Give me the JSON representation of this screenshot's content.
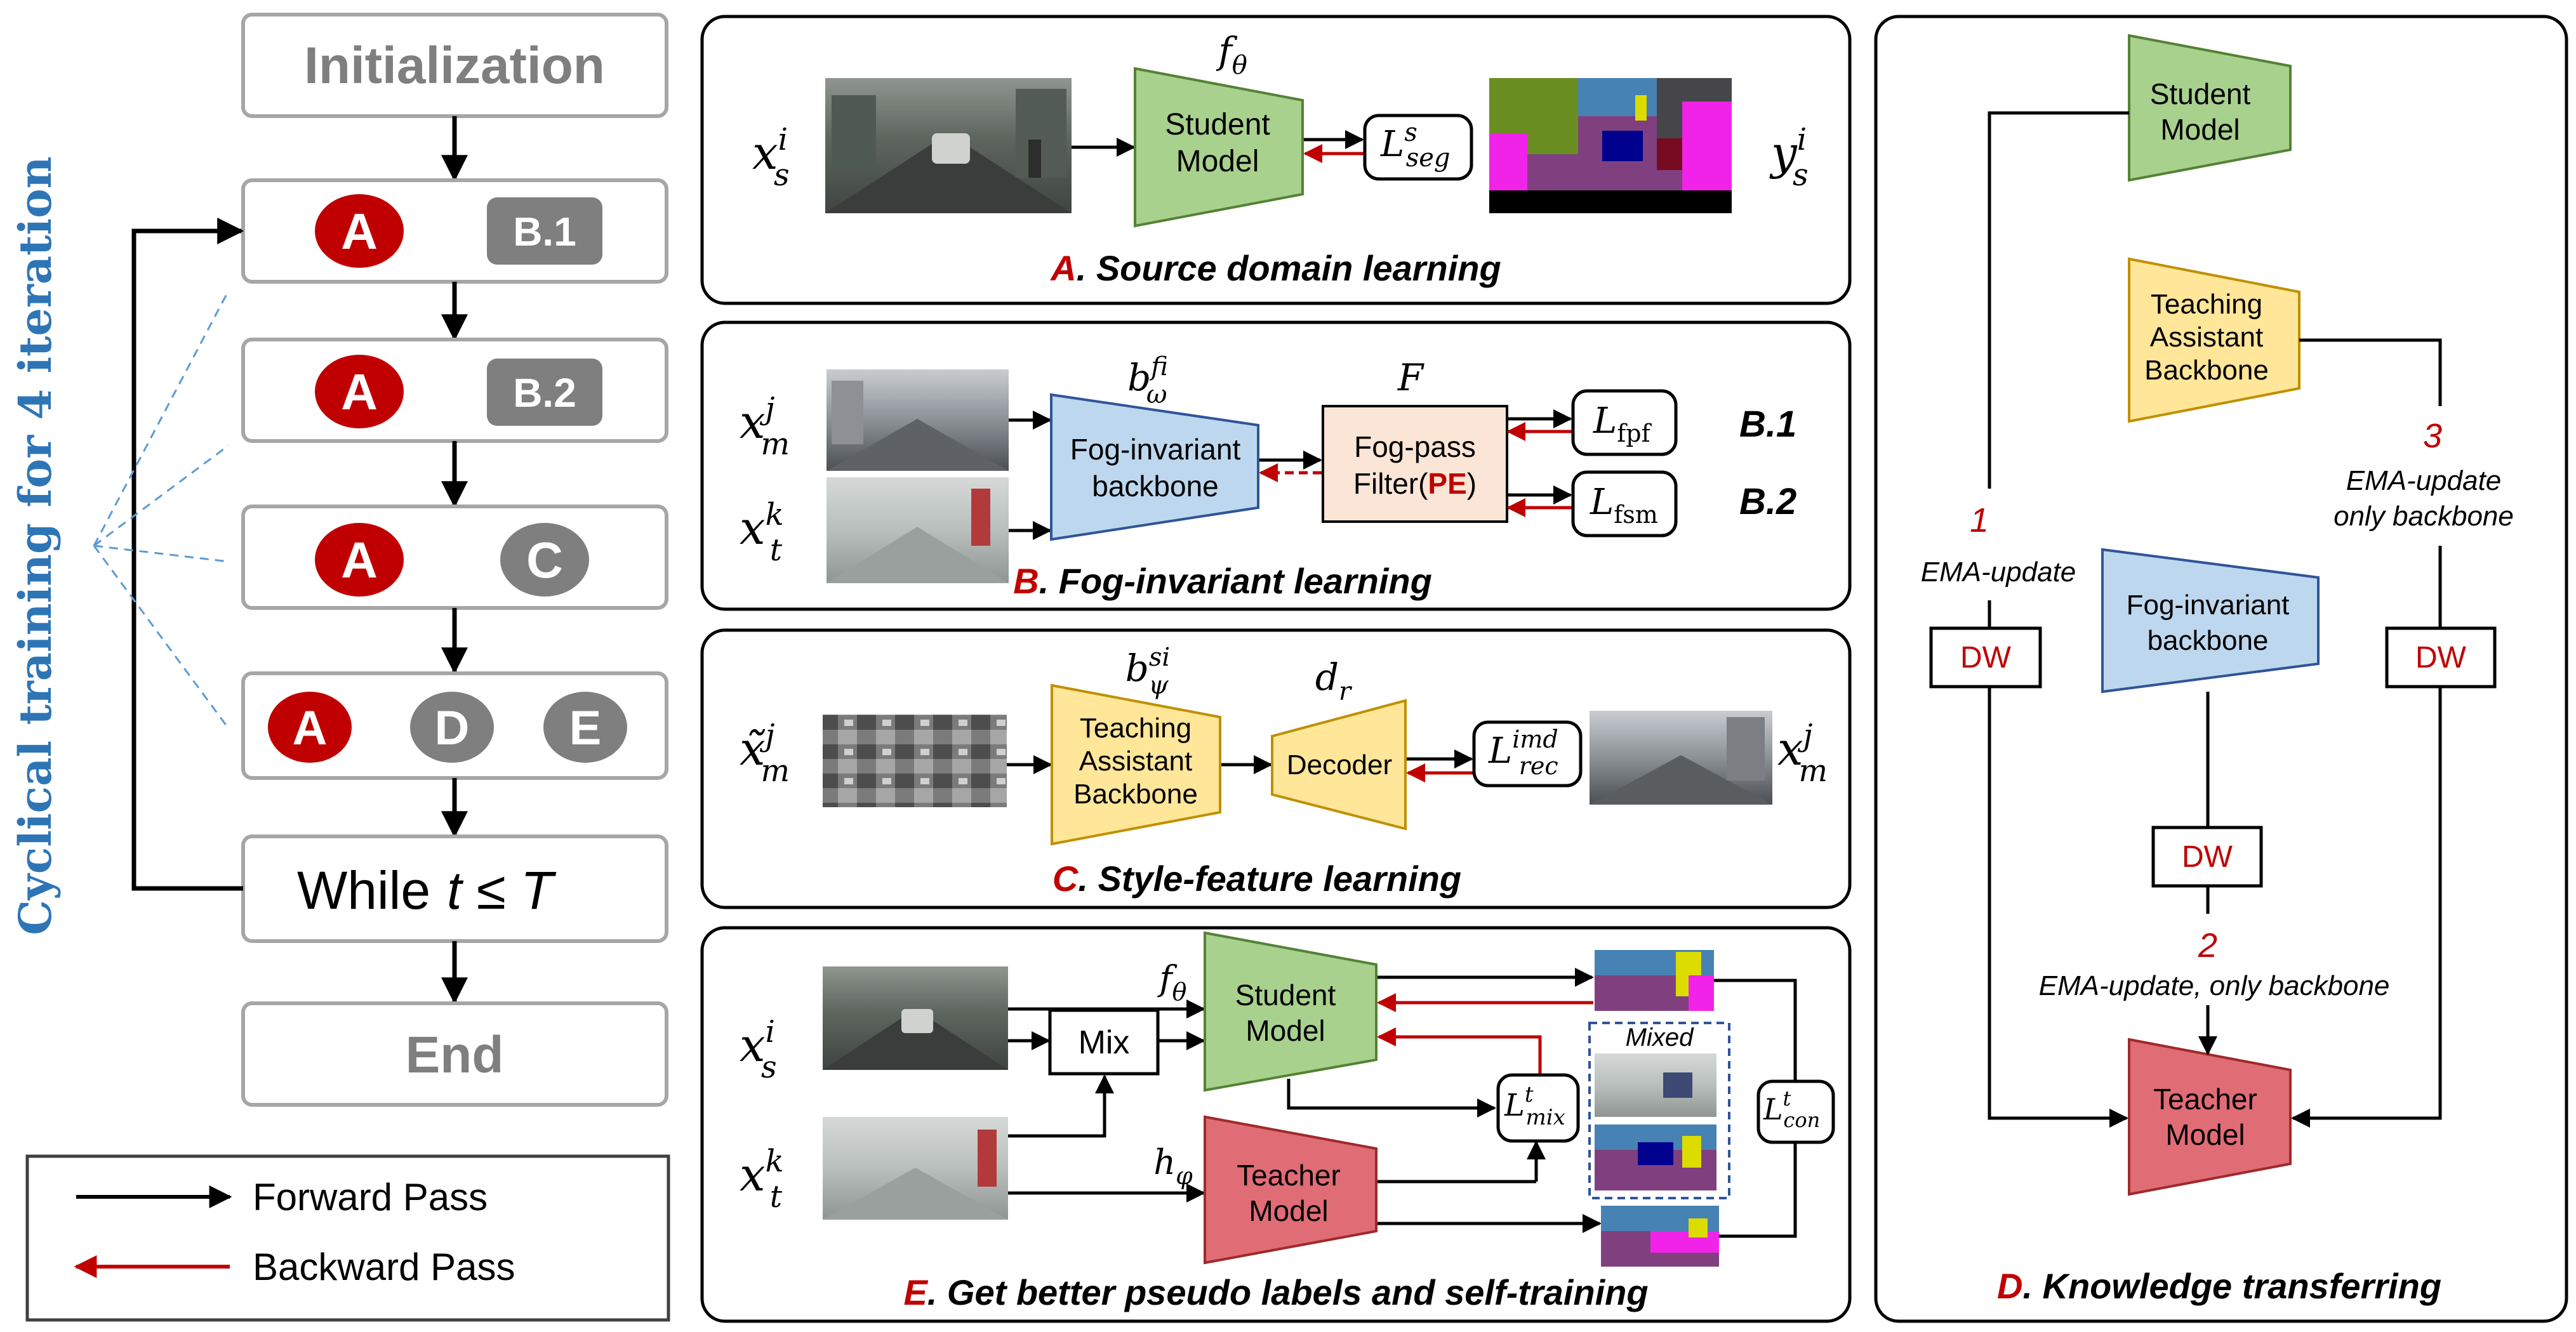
{
  "flow": {
    "initialization": "Initialization",
    "steps": [
      {
        "badges": [
          "A",
          "B.1"
        ]
      },
      {
        "badges": [
          "A",
          "B.2"
        ]
      },
      {
        "badges": [
          "A",
          "C"
        ]
      },
      {
        "badges": [
          "A",
          "D",
          "E"
        ]
      }
    ],
    "loop_prefix": "While",
    "loop_condition": "t ≤ T",
    "end": "End",
    "cyclical_label": "Cyclical training for 4 iteration"
  },
  "legend": {
    "forward": "Forward Pass",
    "backward": "Backward Pass"
  },
  "panel_a": {
    "title_letter": "A",
    "title_text": ". Source domain learning",
    "input_label": {
      "base": "x",
      "sup": "i",
      "sub": "s"
    },
    "output_label": {
      "base": "y",
      "sup": "i",
      "sub": "s"
    },
    "model_param": {
      "base": "f",
      "sub": "θ"
    },
    "model_line1": "Student",
    "model_line2": "Model",
    "loss": {
      "base": "L",
      "sup": "s",
      "sub": "seg"
    }
  },
  "panel_b": {
    "title_letter": "B",
    "title_text": ".  Fog-invariant learning",
    "input1": {
      "base": "x",
      "sup": "j",
      "sub": "m"
    },
    "input2": {
      "base": "x",
      "sup": "k",
      "sub": "t"
    },
    "backbone_param": {
      "base": "b",
      "sup": "fi",
      "sub": "ω"
    },
    "backbone_line1": "Fog-invariant",
    "backbone_line2": "backbone",
    "filter_param": "F",
    "filter_line1": "Fog-pass",
    "filter_line2_pre": "Filter(",
    "filter_line2_pe": "PE",
    "filter_line2_post": ")",
    "loss1": {
      "base": "L",
      "sub": "fpf"
    },
    "loss2": {
      "base": "L",
      "sub": "fsm"
    },
    "tag1": "B.1",
    "tag2": "B.2"
  },
  "panel_c": {
    "title_letter": "C",
    "title_text": ".  Style-feature learning",
    "input": {
      "base": "x̃",
      "sup": "j",
      "sub": "m"
    },
    "output": {
      "base": "x",
      "sup": "j",
      "sub": "m"
    },
    "ta_param": {
      "base": "b",
      "sup": "si",
      "sub": "ψ"
    },
    "ta_line1": "Teaching",
    "ta_line2": "Assistant",
    "ta_line3": "Backbone",
    "decoder_param": {
      "base": "d",
      "sub": "r"
    },
    "decoder": "Decoder",
    "loss": {
      "base": "L",
      "sup": "imd",
      "sub": "rec"
    }
  },
  "panel_e": {
    "title_letter": "E",
    "title_text": ".  Get better pseudo labels and self-training",
    "input1": {
      "base": "x",
      "sup": "i",
      "sub": "s"
    },
    "input2": {
      "base": "x",
      "sup": "k",
      "sub": "t"
    },
    "mix": "Mix",
    "student_param": {
      "base": "f",
      "sub": "θ"
    },
    "teacher_param": {
      "base": "h",
      "sub": "φ"
    },
    "student_line1": "Student",
    "student_line2": "Model",
    "teacher_line1": "Teacher",
    "teacher_line2": "Model",
    "mixed_label": "Mixed",
    "loss_mix": {
      "base": "L",
      "sup": "t",
      "sub": "mix"
    },
    "loss_con": {
      "base": "L",
      "sup": "t",
      "sub": "con"
    }
  },
  "panel_d": {
    "title_letter": "D",
    "title_text": ". Knowledge transferring",
    "student_line1": "Student",
    "student_line2": "Model",
    "ta_line1": "Teaching",
    "ta_line2": "Assistant",
    "ta_line3": "Backbone",
    "fi_line1": "Fog-invariant",
    "fi_line2": "backbone",
    "teacher_line1": "Teacher",
    "teacher_line2": "Model",
    "dw": "DW",
    "step1_num": "1",
    "step1_text": "EMA-update",
    "step2_num": "2",
    "step2_text": "EMA-update, only backbone",
    "step3_num": "3",
    "step3_line1": "EMA-update",
    "step3_line2": "only backbone"
  },
  "colors": {
    "student": "#A9D18E",
    "teacher": "#E06C75",
    "teaching_assistant": "#FFE699",
    "fog_invariant": "#BDD7EE",
    "fog_pass_filter": "#FBE5D6",
    "badge_red": "#C00000",
    "badge_gray": "#7F7F7F",
    "backward_arrow": "#C00000",
    "cyclical_text": "#2E75B6",
    "road_purple": "#80407F",
    "sky_blue": "#4682B4",
    "vegetation_green": "#6B8E23"
  }
}
